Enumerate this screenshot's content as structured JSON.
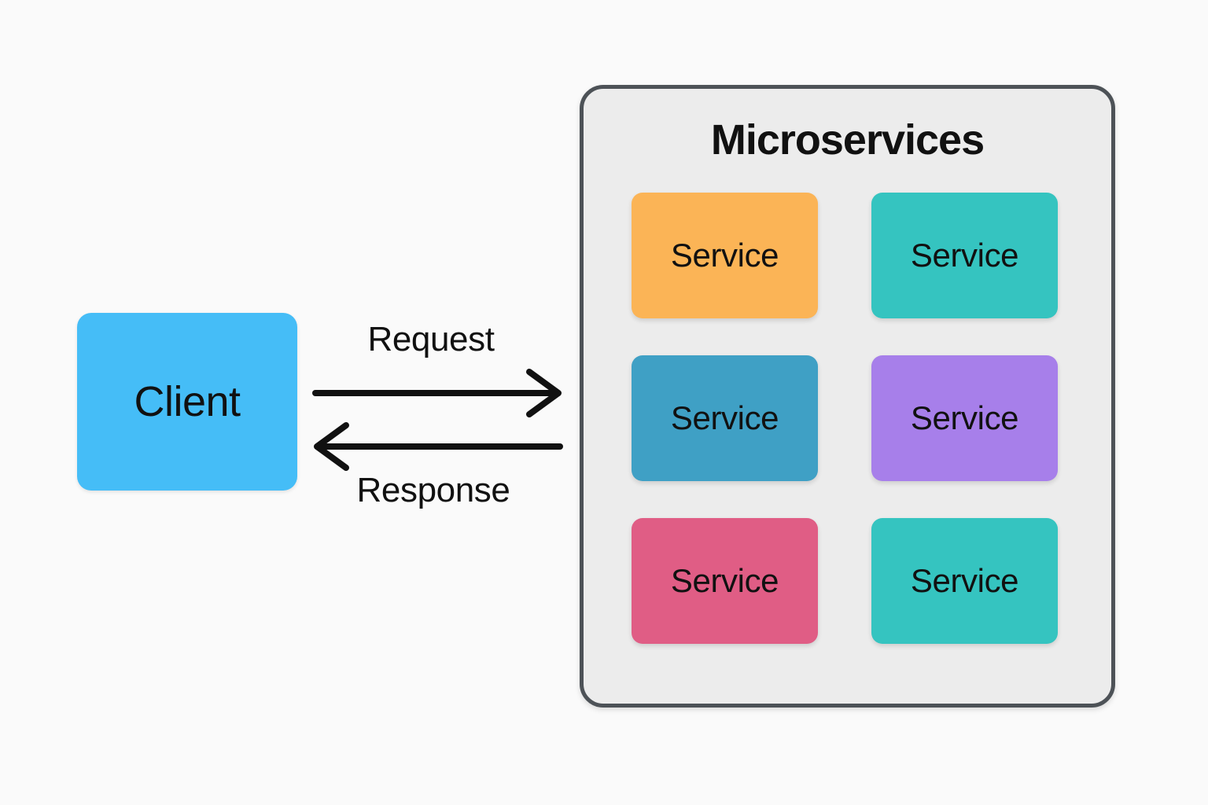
{
  "page": {
    "background_color": "#fafafa"
  },
  "client": {
    "label": "Client",
    "color": "#45bdf7"
  },
  "flow": {
    "request_label": "Request",
    "response_label": "Response",
    "arrow_color": "#111111"
  },
  "panel": {
    "title": "Microservices",
    "background_color": "#ececec",
    "border_color": "#4d5257",
    "services": [
      {
        "label": "Service",
        "color": "#fbb456"
      },
      {
        "label": "Service",
        "color": "#35c4c0"
      },
      {
        "label": "Service",
        "color": "#3fa0c5"
      },
      {
        "label": "Service",
        "color": "#a77fea"
      },
      {
        "label": "Service",
        "color": "#e05d85"
      },
      {
        "label": "Service",
        "color": "#35c4c0"
      }
    ]
  }
}
